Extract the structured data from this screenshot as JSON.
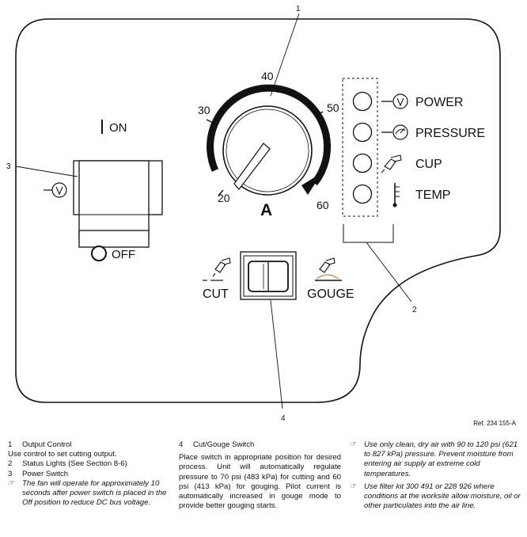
{
  "dial": {
    "ticks": [
      "20",
      "30",
      "40",
      "50",
      "60"
    ],
    "unit": "A"
  },
  "switch": {
    "on_label": "ON",
    "off_label": "OFF"
  },
  "cut_gouge": {
    "cut_label": "CUT",
    "gouge_label": "GOUGE"
  },
  "status_lights": [
    {
      "label": "POWER",
      "icon": "voltage-icon"
    },
    {
      "label": "PRESSURE",
      "icon": "pressure-icon"
    },
    {
      "label": "CUP",
      "icon": "cup-icon"
    },
    {
      "label": "TEMP",
      "icon": "thermometer-icon"
    }
  ],
  "callouts": {
    "c1": "1",
    "c2": "2",
    "c3": "3",
    "c4": "4"
  },
  "ref": "Ref. 234 155-A",
  "legend": {
    "item1_num": "1",
    "item1_title": "Output Control",
    "item1_desc": "Use control to set cutting output.",
    "item2_num": "2",
    "item2_title": "Status Lights (See Section 8-6)",
    "item3_num": "3",
    "item3_title": "Power Switch",
    "note1": "The fan will operate for approximately 10 seconds after power switch is placed in the Off position to reduce DC bus voltage.",
    "item4_num": "4",
    "item4_title": "Cut/Gouge Switch",
    "item4_desc": "Place switch in appropriate position for desired process. Unit will automatically regulate pressure to 70 psi (483 kPa) for cutting and 60 psi (413 kPa) for gouging. Pilot current is automatically increased in gouge mode to provide better gouging starts.",
    "note2": "Use only clean, dry air with 90 to 120 psi (621 to 827 kPa) pressure. Prevent moisture from entering air supply at extreme cold temperatures.",
    "note3": "Use filter kit 300 491 or 228 926 where conditions at the worksite allow moisture, oil or other particulates into the air line."
  }
}
